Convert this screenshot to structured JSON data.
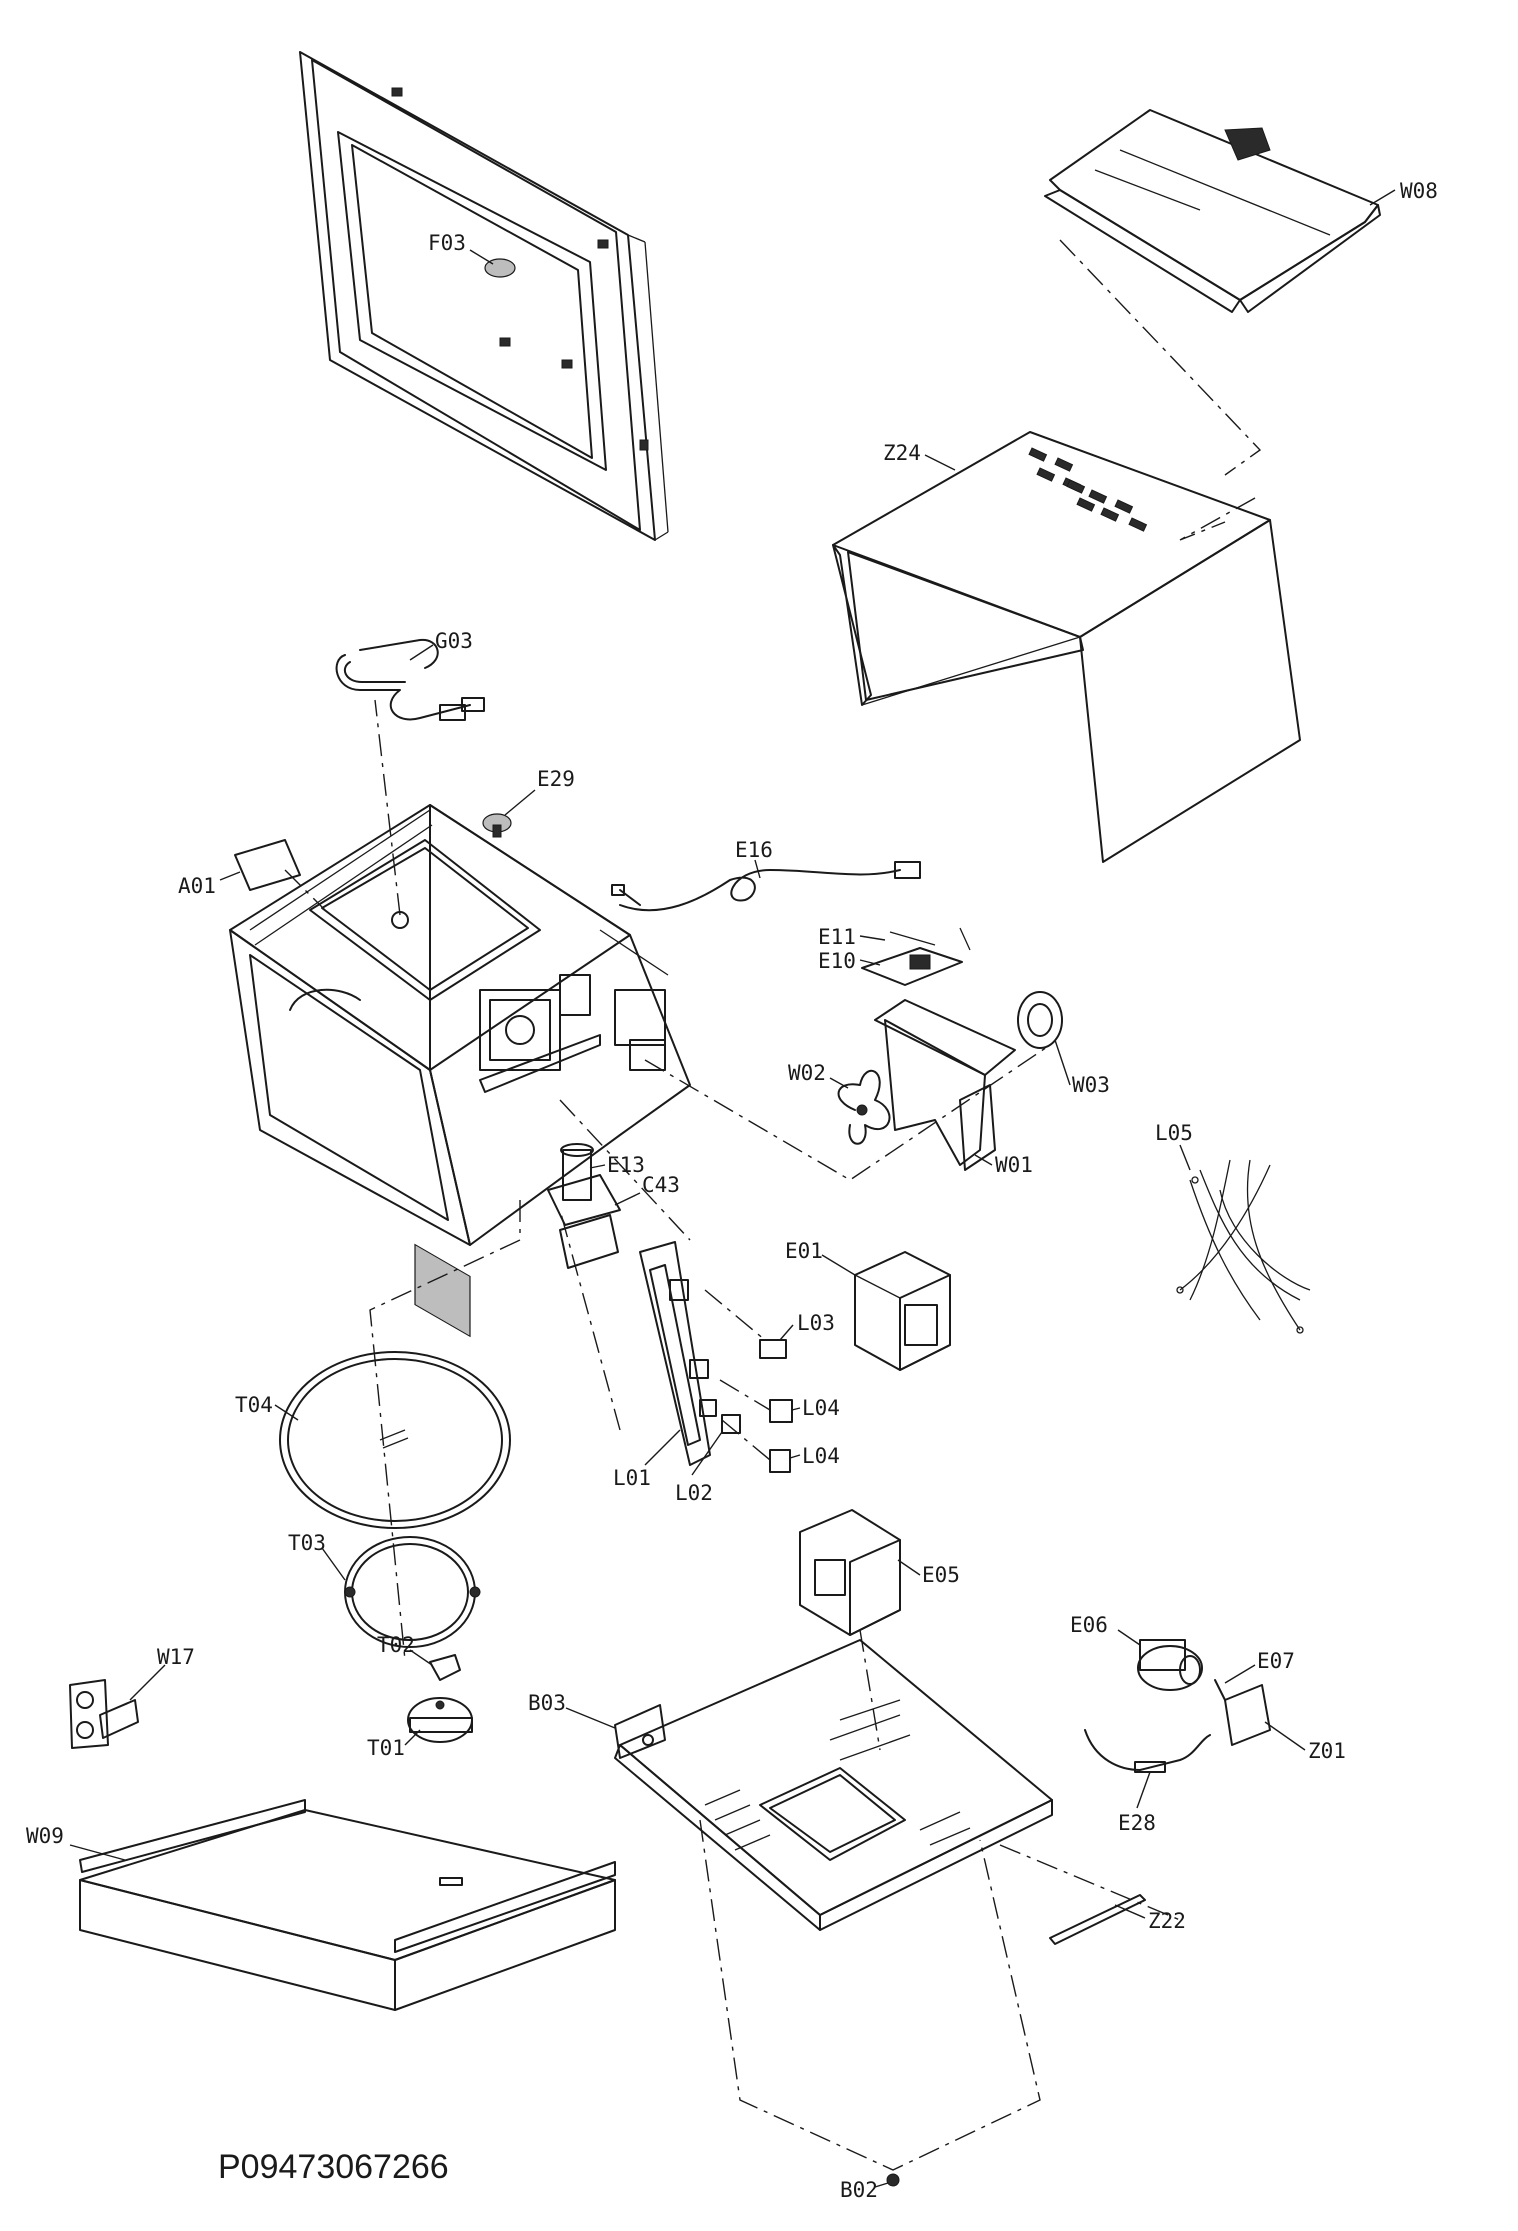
{
  "document_number": "P09473067266",
  "labels": {
    "F03": "F03",
    "W08": "W08",
    "Z24": "Z24",
    "G03": "G03",
    "E29": "E29",
    "A01": "A01",
    "E16": "E16",
    "E11": "E11",
    "E10": "E10",
    "W02": "W02",
    "W03": "W03",
    "L05": "L05",
    "E13": "E13",
    "W01": "W01",
    "C43": "C43",
    "E01": "E01",
    "L03": "L03",
    "T04": "T04",
    "L04a": "L04",
    "L04b": "L04",
    "L01": "L01",
    "L02": "L02",
    "E05": "E05",
    "T03": "T03",
    "E06": "E06",
    "E07": "E07",
    "W17": "W17",
    "T02": "T02",
    "B03": "B03",
    "Z01": "Z01",
    "T01": "T01",
    "E28": "E28",
    "W09": "W09",
    "Z22": "Z22",
    "B02": "B02"
  }
}
